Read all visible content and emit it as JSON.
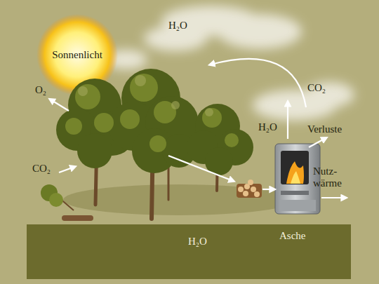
{
  "diagram": {
    "nodes": [
      {
        "text": [
          "Sonnenlicht"
        ]
      },
      {
        "text": [
          "H₂O",
          "Asche"
        ]
      }
    ],
    "labels": [
      "H₂O",
      "O₂",
      "CO₂",
      "H₂O",
      "CO₂",
      "Verluste",
      "Nutz-wärme"
    ]
  }
}
